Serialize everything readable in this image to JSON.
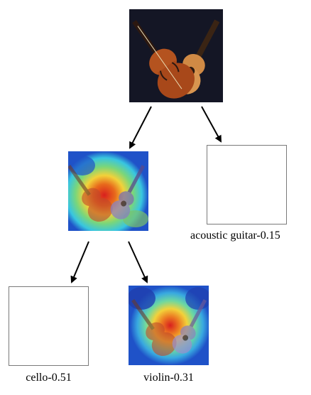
{
  "nodes": {
    "root": {
      "label": ""
    },
    "heatmap_mid": {
      "label": ""
    },
    "acoustic_guitar": {
      "label": "acoustic guitar-0.15"
    },
    "cello": {
      "label": "cello-0.51"
    },
    "violin": {
      "label": "violin-0.31"
    }
  },
  "colors": {
    "photo_background": "#141625",
    "instrument_wood": "#b4531f",
    "guitar_body": "#d08a45",
    "heat_blue": "#1f52c8",
    "heat_cyan": "#38c6e0",
    "heat_yellow": "#f2d23a",
    "heat_red": "#d8201e",
    "edge": "#000000",
    "empty_box_border": "#7a7a7a"
  }
}
